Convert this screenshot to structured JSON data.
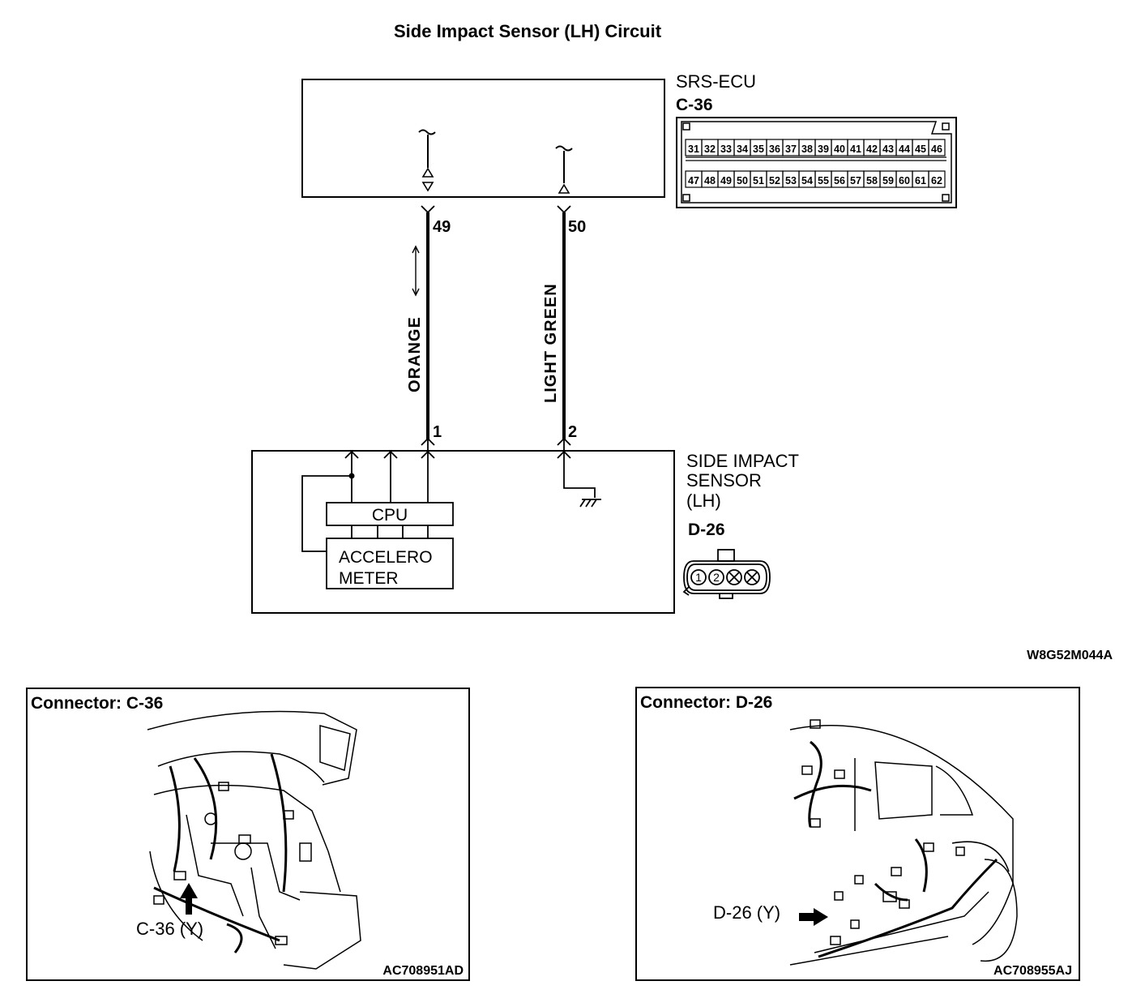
{
  "title": "Side Impact Sensor (LH) Circuit",
  "ecu": {
    "name": "SRS-ECU",
    "connector": "C-36",
    "row1": [
      "31",
      "32",
      "33",
      "34",
      "35",
      "36",
      "37",
      "38",
      "39",
      "40",
      "41",
      "42",
      "43",
      "44",
      "45",
      "46"
    ],
    "row2": [
      "47",
      "48",
      "49",
      "50",
      "51",
      "52",
      "53",
      "54",
      "55",
      "56",
      "57",
      "58",
      "59",
      "60",
      "61",
      "62"
    ]
  },
  "wires": [
    {
      "ecu_pin": "49",
      "sensor_pin": "1",
      "color_label": "ORANGE"
    },
    {
      "ecu_pin": "50",
      "sensor_pin": "2",
      "color_label": "LIGHT GREEN"
    }
  ],
  "sensor": {
    "name_lines": [
      "SIDE IMPACT",
      "SENSOR",
      "(LH)"
    ],
    "connector": "D-26",
    "cpu_label": "CPU",
    "accel_lines": [
      "ACCELERO",
      "METER"
    ],
    "pin_labels": [
      "1",
      "2"
    ]
  },
  "diagram_code": "W8G52M044A",
  "insets": [
    {
      "title": "Connector: C-36",
      "callout": "C-36 (Y)",
      "ref": "AC708951AD"
    },
    {
      "title": "Connector: D-26",
      "callout": "D-26 (Y)",
      "ref": "AC708955AJ"
    }
  ]
}
